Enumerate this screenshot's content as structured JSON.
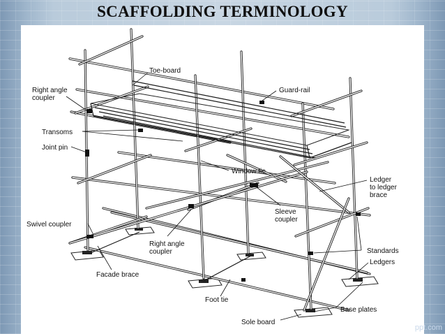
{
  "title": "SCAFFOLDING TERMINOLOGY",
  "brand": "ppt.com",
  "labels": {
    "toe_board": "Toe-board",
    "right_angle_coupler_top_1": "Right angle",
    "right_angle_coupler_top_2": "coupler",
    "guard_rail": "Guard-rail",
    "transoms": "Transoms",
    "joint_pin": "Joint pin",
    "window_tie": "Window tie",
    "ledger_brace_1": "Ledger",
    "ledger_brace_2": "to ledger",
    "ledger_brace_3": "brace",
    "swivel_coupler": "Swivel coupler",
    "sleeve_coupler_1": "Sleeve",
    "sleeve_coupler_2": "coupler",
    "right_angle_coupler_bottom_1": "Right angle",
    "right_angle_coupler_bottom_2": "coupler",
    "standards": "Standards",
    "ledgers": "Ledgers",
    "facade_brace": "Facade brace",
    "foot_tie": "Foot tie",
    "base_plates": "Base plates",
    "sole_board": "Sole board"
  }
}
